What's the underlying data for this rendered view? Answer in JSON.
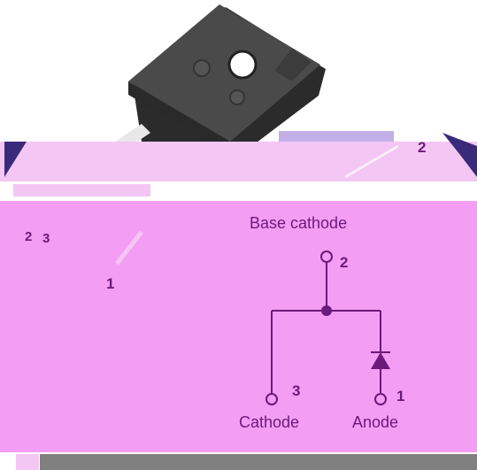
{
  "diagram": {
    "base_label": "Base cathode",
    "pins": {
      "top": "2",
      "left": "3",
      "right": "1"
    },
    "cathode_label": "Cathode",
    "anode_label": "Anode",
    "package_pin_labels": {
      "top_right": "2",
      "lead_a": "2",
      "lead_b": "3",
      "lead_c": "1"
    },
    "colors": {
      "background_pink": "#f49df4",
      "light_pink": "#f4c6f4",
      "dark_purple": "#3a2a7a",
      "ink": "#6a1a7a",
      "package_body": "#3c3c3c",
      "bottom_bar": "#808080"
    }
  }
}
